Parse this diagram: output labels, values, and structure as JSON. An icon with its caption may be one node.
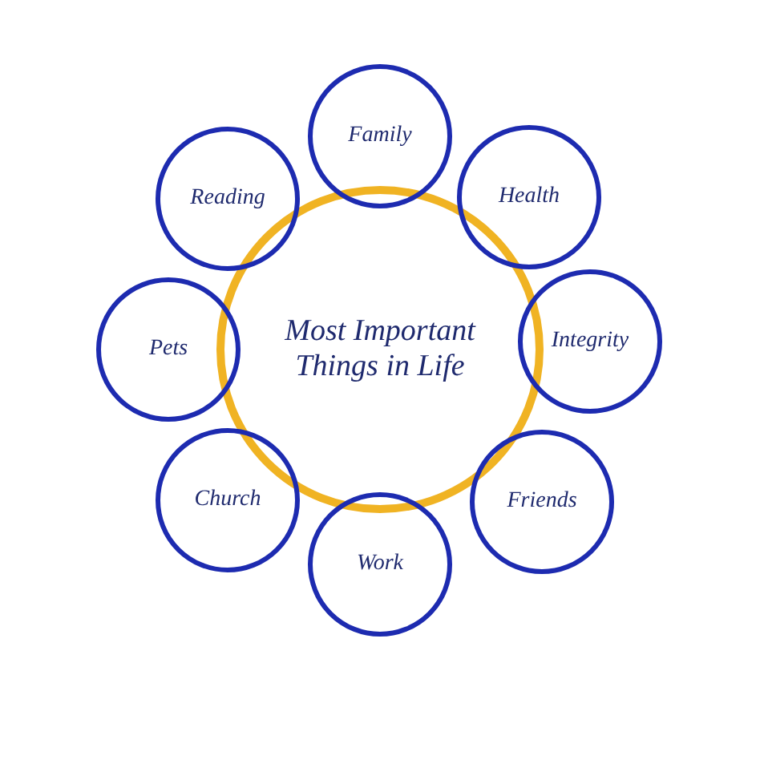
{
  "diagram": {
    "nodes": [
      {
        "text": [
          "Family"
        ]
      },
      {
        "text": [
          "Reading"
        ]
      },
      {
        "text": [
          "Health"
        ]
      },
      {
        "text": [
          "Pets"
        ]
      },
      {
        "text": [
          "Most Important Things in Life"
        ]
      },
      {
        "text": [
          "Integrity"
        ]
      },
      {
        "text": [
          "Church"
        ]
      },
      {
        "text": [
          "Friends"
        ]
      },
      {
        "text": [
          "Work"
        ]
      }
    ]
  }
}
